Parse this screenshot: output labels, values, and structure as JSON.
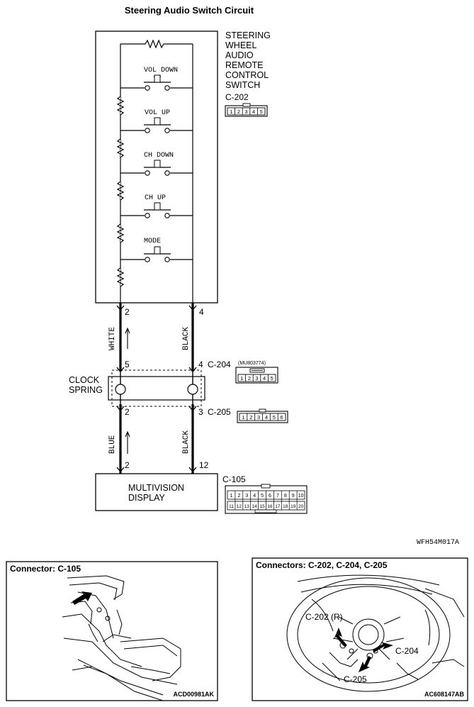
{
  "title": "Steering Audio Switch Circuit",
  "switch_block": {
    "name_lines": [
      "STEERING",
      "WHEEL",
      "AUDIO",
      "REMOTE",
      "CONTROL",
      "SWITCH"
    ],
    "connector": "C-202",
    "pins": [
      "1",
      "2",
      "3",
      "4",
      "5"
    ],
    "buttons": [
      "VOL DOWN",
      "VOL UP",
      "CH DOWN",
      "CH UP",
      "MODE"
    ]
  },
  "wires": {
    "left_top_pin": "2",
    "right_top_pin": "4",
    "left_upper_color": "WHITE",
    "right_upper_color": "BLACK",
    "left_upper_bottom_pin": "5",
    "right_upper_bottom_pin": "4",
    "left_lower_top_pin": "2",
    "right_lower_top_pin": "3",
    "left_lower_color": "BLUE",
    "right_lower_color": "BLACK",
    "left_bottom_pin": "2",
    "right_bottom_pin": "12"
  },
  "clock_spring": {
    "label_lines": [
      "CLOCK",
      "SPRING"
    ],
    "connector_top": "C-204",
    "connector_top_part": "(MU803774)",
    "connector_top_pins": [
      "1",
      "2",
      "3",
      "4",
      "5"
    ],
    "connector_bottom": "C-205",
    "connector_bottom_pins": [
      "1",
      "2",
      "3",
      "4",
      "5",
      "6"
    ]
  },
  "display": {
    "label_lines": [
      "MULTIVISION",
      "DISPLAY"
    ],
    "connector": "C-105",
    "pins_row1": [
      "1",
      "2",
      "3",
      "4",
      "5",
      "6",
      "7",
      "8",
      "9",
      "10"
    ],
    "pins_row2": [
      "11",
      "12",
      "13",
      "14",
      "15",
      "16",
      "17",
      "18",
      "19",
      "20"
    ]
  },
  "diagram_code": "WFH54M017A",
  "panel_left": {
    "title": "Connector: C-105",
    "code": "ACD00981AK"
  },
  "panel_right": {
    "title": "Connectors: C-202, C-204, C-205",
    "callout_a": "C-202 (R)",
    "callout_b": "C-204",
    "callout_c": "C-205",
    "code": "AC608147AB"
  }
}
